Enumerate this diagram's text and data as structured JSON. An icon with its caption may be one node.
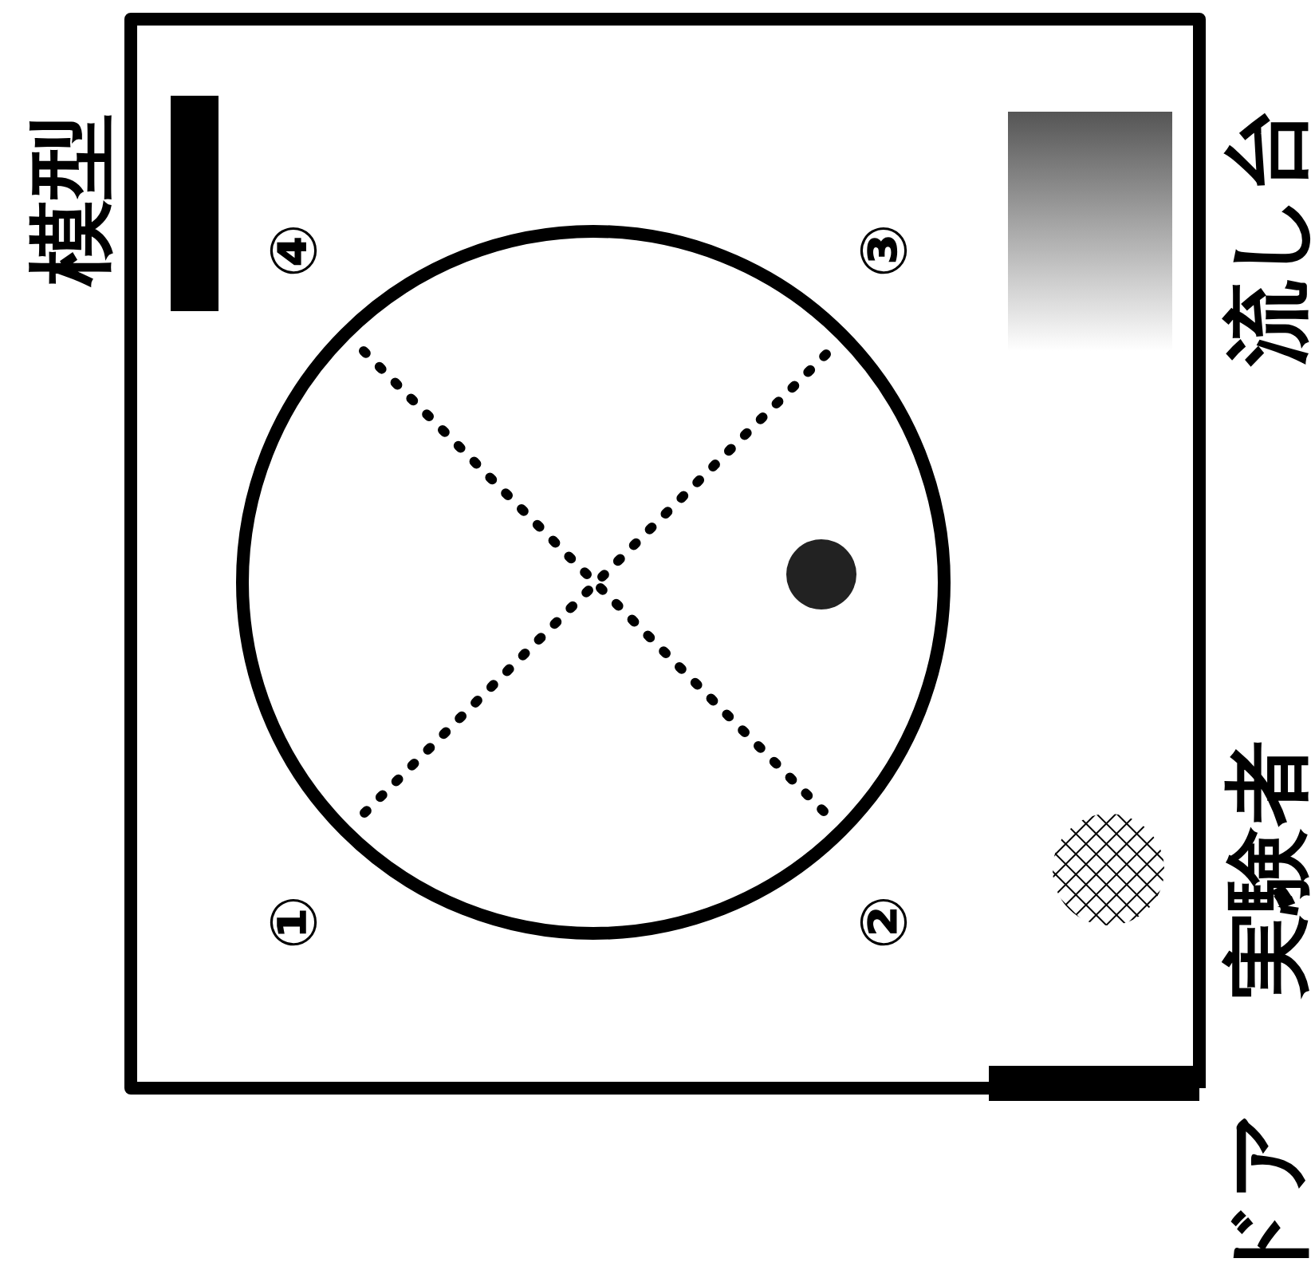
{
  "diagram": {
    "labels": [
      "模型",
      "④",
      "③",
      "流し台",
      "①",
      "②",
      "実験者",
      "ドア"
    ]
  }
}
